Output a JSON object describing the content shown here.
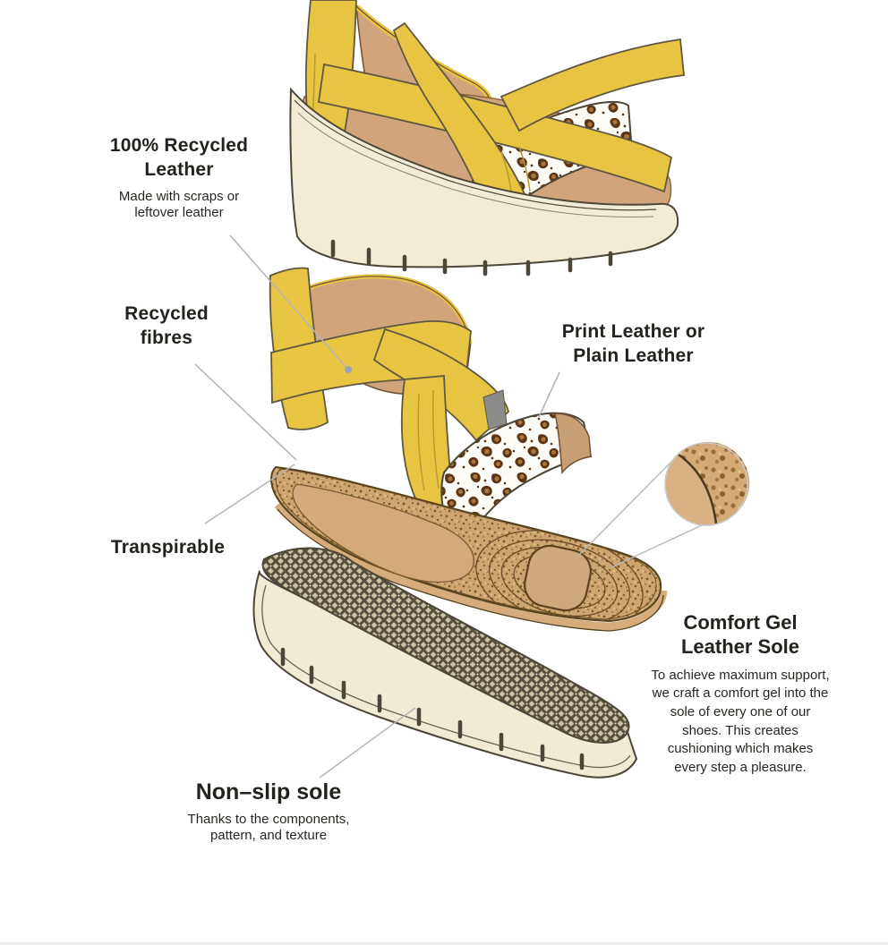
{
  "page": {
    "background": "#ffffff"
  },
  "labels": {
    "recycled_leather": {
      "title": "100% Recycled Leather",
      "subtitle": "Made with scraps or leftover leather"
    },
    "recycled_fibres": {
      "title": "Recycled fibres"
    },
    "print_leather": {
      "title": "Print Leather or Plain Leather"
    },
    "transpirable": {
      "title": "Transpirable"
    },
    "comfort_gel": {
      "title": "Comfort Gel Leather Sole",
      "body": "To achieve maximum support, we craft a comfort gel into the sole of every one of our shoes. This creates cushioning which makes every step a pleasure."
    },
    "non_slip": {
      "title": "Non–slip sole",
      "subtitle": "Thanks to the components, pattern, and texture"
    }
  },
  "illustration": {
    "parts": [
      "assembled-sandal",
      "strap-assembly",
      "comfort-gel-footbed",
      "gel-detail-magnifier",
      "non-slip-outsole"
    ],
    "colors": {
      "strap_yellow": "#e8c443",
      "leather_tan": "#d2a47b",
      "sole_cream": "#f2ecd6",
      "cork": "#cda56e",
      "leopard_spot": "#5a3414",
      "outline": "#4c4638",
      "leader_line": "#b4b4b4",
      "text": "#24221d"
    }
  }
}
